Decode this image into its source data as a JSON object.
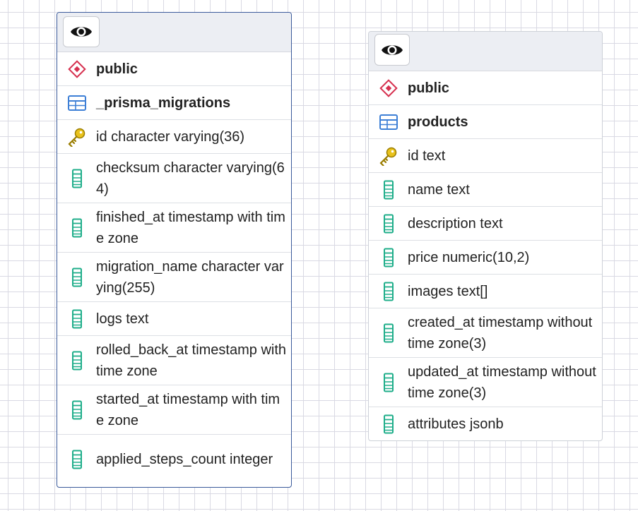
{
  "tables": [
    {
      "schema": "public",
      "name": "_prisma_migrations",
      "columns": [
        {
          "icon": "key-icon",
          "label": "id character varying(36)",
          "lines": 1
        },
        {
          "icon": "column-icon",
          "label": "checksum character varying(64)",
          "lines": 2
        },
        {
          "icon": "column-icon",
          "label": "finished_at timestamp with time zone",
          "lines": 2
        },
        {
          "icon": "column-icon",
          "label": "migration_name character varying(255)",
          "lines": 2
        },
        {
          "icon": "column-icon",
          "label": "logs text",
          "lines": 1
        },
        {
          "icon": "column-icon",
          "label": "rolled_back_at timestamp with time zone",
          "lines": 2
        },
        {
          "icon": "column-icon",
          "label": "started_at timestamp with time zone",
          "lines": 2
        },
        {
          "icon": "column-icon",
          "label": "applied_steps_count integer",
          "lines": 2
        }
      ]
    },
    {
      "schema": "public",
      "name": "products",
      "columns": [
        {
          "icon": "key-icon",
          "label": "id text",
          "lines": 1
        },
        {
          "icon": "column-icon",
          "label": "name text",
          "lines": 1
        },
        {
          "icon": "column-icon",
          "label": "description text",
          "lines": 1
        },
        {
          "icon": "column-icon",
          "label": "price numeric(10,2)",
          "lines": 1
        },
        {
          "icon": "column-icon",
          "label": "images text[]",
          "lines": 1
        },
        {
          "icon": "column-icon",
          "label": "created_at timestamp without time zone(3)",
          "lines": 2
        },
        {
          "icon": "column-icon",
          "label": "updated_at timestamp without time zone(3)",
          "lines": 2
        },
        {
          "icon": "column-icon",
          "label": "attributes jsonb",
          "lines": 1
        }
      ]
    }
  ],
  "colors": {
    "schema_icon": "#d6304f",
    "table_icon": "#3d7fd6",
    "key_icon": "#e9c21c",
    "column_icon": "#1fae8a",
    "selected_border": "#3a5a9a"
  }
}
